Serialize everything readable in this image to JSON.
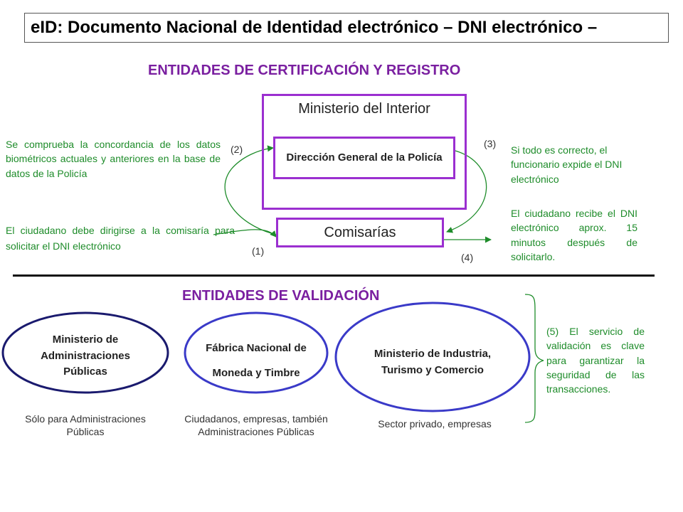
{
  "title": "eID: Documento Nacional de Identidad electrónico – DNI electrónico –",
  "cert_section": {
    "heading": "ENTIDADES DE CERTIFICACIÓN Y REGISTRO",
    "ministerio": "Ministerio del Interior",
    "dgp": "Dirección General de la Policía",
    "comisarias": "Comisarías",
    "note_left_top": "Se comprueba la concordancia de los datos biométricos actuales y anteriores en la base de datos de la Policía",
    "note_left_bottom": "El ciudadano debe dirigirse a la comisaría para solicitar el DNI electrónico",
    "note_right_top": "Si todo es correcto, el funcionario expide el DNI electrónico",
    "note_right_bottom": "El ciudadano recibe el DNI electrónico aprox. 15 minutos después de solicitarlo.",
    "step1": "(1)",
    "step2": "(2)",
    "step3": "(3)",
    "step4": "(4)"
  },
  "valid_section": {
    "heading": "ENTIDADES DE VALIDACIÓN",
    "entity1": "Ministerio de Administraciones Públicas",
    "entity2_line1": "Fábrica Nacional de",
    "entity2_line2": "Moneda y Timbre",
    "entity3": "Ministerio de Industria, Turismo y Comercio",
    "caption1": "Sólo para Administraciones Públicas",
    "caption2": "Ciudadanos, empresas, también Administraciones Públicas",
    "caption3": "Sector privado, empresas",
    "note5": "(5) El servicio de validación es clave para garantizar la seguridad de las transacciones."
  },
  "colors": {
    "heading_purple": "#7a1fa0",
    "box_purple": "#9b2fd0",
    "note_green": "#1e8c2a",
    "ellipse1": "#1a1a6e",
    "ellipse2": "#3a3ac8",
    "ellipse3": "#3a3ac8"
  }
}
